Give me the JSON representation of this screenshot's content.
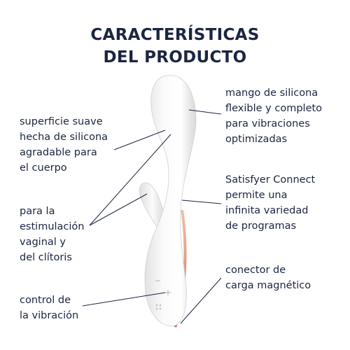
{
  "title": {
    "line1": "CARACTERÍSTICAS",
    "line2": "DEL PRODUCTO"
  },
  "features": {
    "surface": [
      "superficie suave",
      "hecha de silicona",
      "agradable para",
      "el cuerpo"
    ],
    "stimulation": [
      "para la",
      "estimulación",
      "vaginal y",
      "del clítoris"
    ],
    "control": [
      "control de",
      "la vibración"
    ],
    "handle": [
      "mango de silicona",
      "flexible y completo",
      "para vibraciones",
      "optimizadas"
    ],
    "connect": [
      "Satisfyer Connect",
      "permite una",
      "infinita variedad",
      "de programas"
    ],
    "charger": [
      "conector de",
      "carga magnético"
    ]
  },
  "colors": {
    "text": "#1c2541",
    "product_white": "#f4f4f4",
    "accent_rose_gold": "#d98b6a"
  },
  "icons": {
    "button_minus": "minus-icon",
    "button_plus": "plus-icon",
    "button_mode": "mode-icon"
  }
}
